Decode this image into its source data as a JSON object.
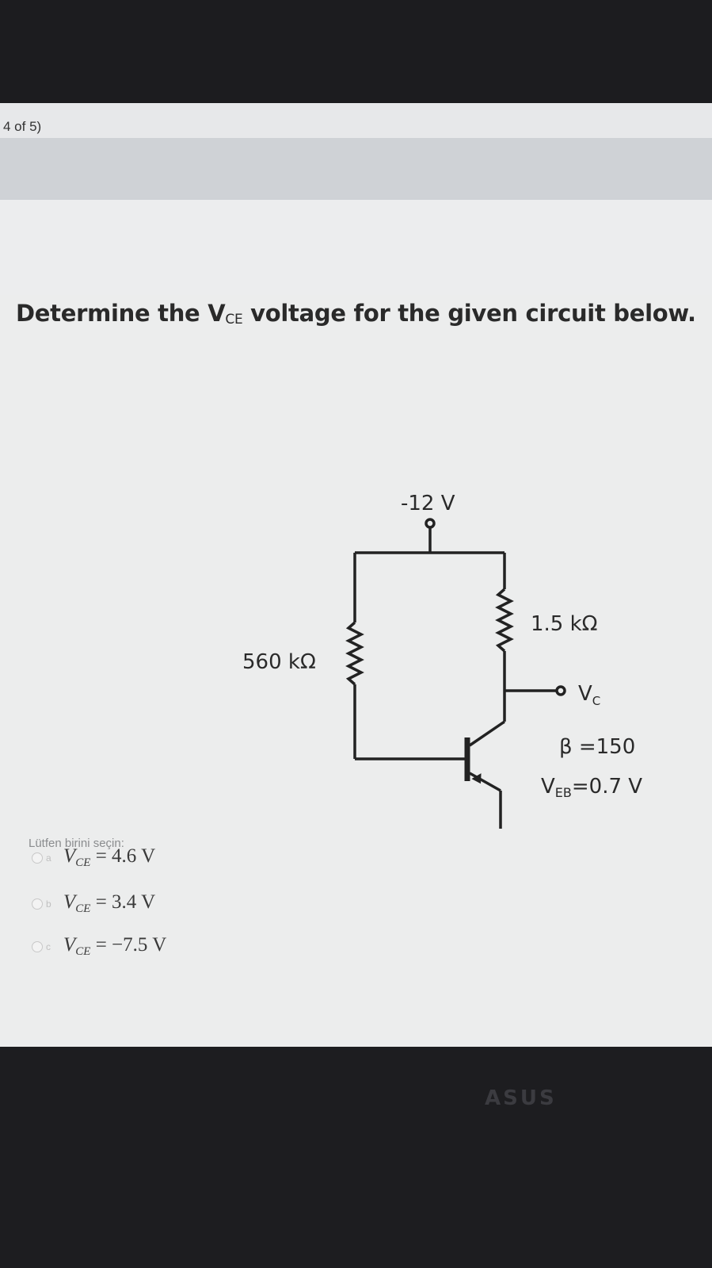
{
  "progress": "4 of 5)",
  "question": {
    "prefix": "Determine the ",
    "var": "V",
    "sub": "CE",
    "suffix": " voltage for the given circuit below."
  },
  "circuit": {
    "supply": "-12 V",
    "rb": "560 kΩ",
    "rc": "1.5 kΩ",
    "vc_main": "V",
    "vc_sub": "C",
    "beta": "β =150",
    "veb_main": "V",
    "veb_sub": "EB",
    "veb_val": "=0.7 V"
  },
  "prompt": "Lütfen birini seçin:",
  "options": [
    {
      "letter": "a",
      "var": "V",
      "sub": "CE",
      "value": " = 4.6 V"
    },
    {
      "letter": "b",
      "var": "V",
      "sub": "CE",
      "value": " = 3.4 V"
    },
    {
      "letter": "c",
      "var": "V",
      "sub": "CE",
      "value": " = −7.5 V"
    }
  ],
  "logo": "ASUS",
  "colors": {
    "screen": "#eceded",
    "header_band": "#cfd2d6",
    "bezel": "#1c1c1f",
    "wire": "#222222"
  }
}
